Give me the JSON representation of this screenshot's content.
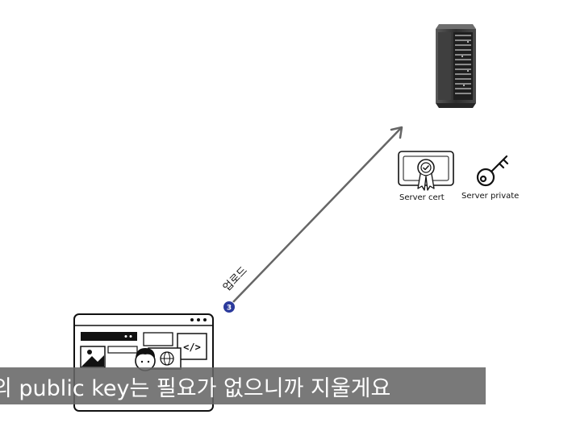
{
  "labels": {
    "server_cert": "Server cert",
    "server_private": "Server private",
    "upload": "업로드",
    "step": "3"
  },
  "subtitle": {
    "text": "의 public key는 필요가 없으니까 지울게요"
  },
  "colors": {
    "arrow": "#666666",
    "step_badge": "#2b3a9c",
    "subtitle_bg": "#666666",
    "server_body": "#3a3a3a"
  },
  "icons": {
    "server": "server-rack-icon",
    "certificate": "certificate-icon",
    "key": "key-icon",
    "browser": "browser-developer-icon"
  }
}
